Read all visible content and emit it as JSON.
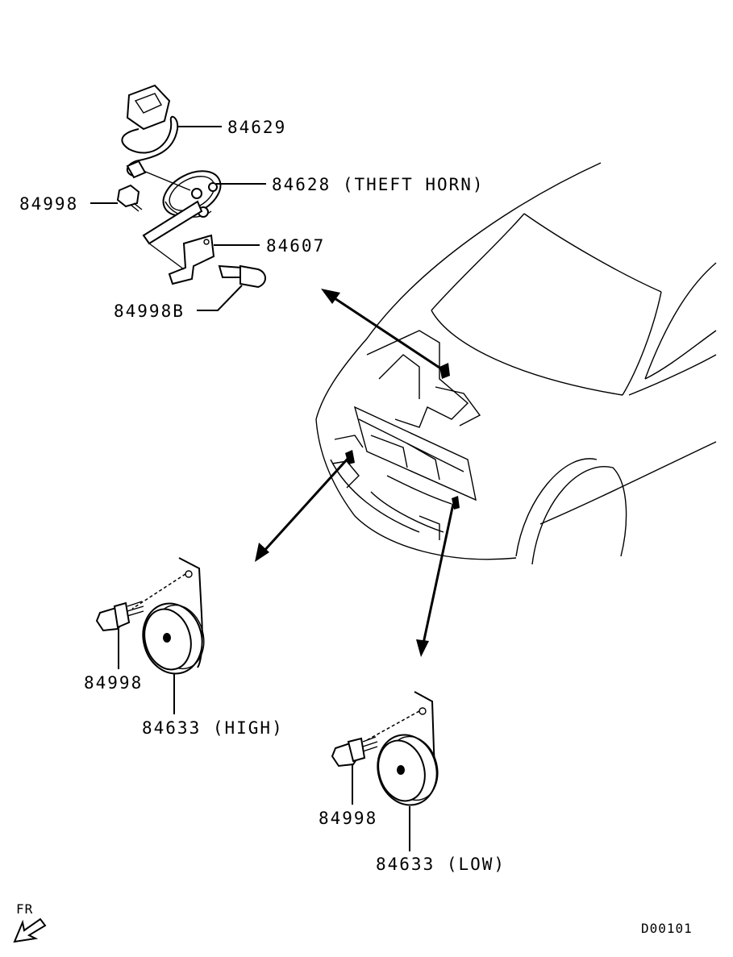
{
  "labels": {
    "harness": "84629",
    "theft_horn": "84628 (THEFT HORN)",
    "bolt_top": "84998",
    "bracket": "84607",
    "bolt_b": "84998B",
    "bolt_high": "84998",
    "horn_high": "84633 (HIGH)",
    "bolt_low": "84998",
    "horn_low": "84633 (LOW)",
    "fr": "FR",
    "diagram_id": "D00101"
  }
}
